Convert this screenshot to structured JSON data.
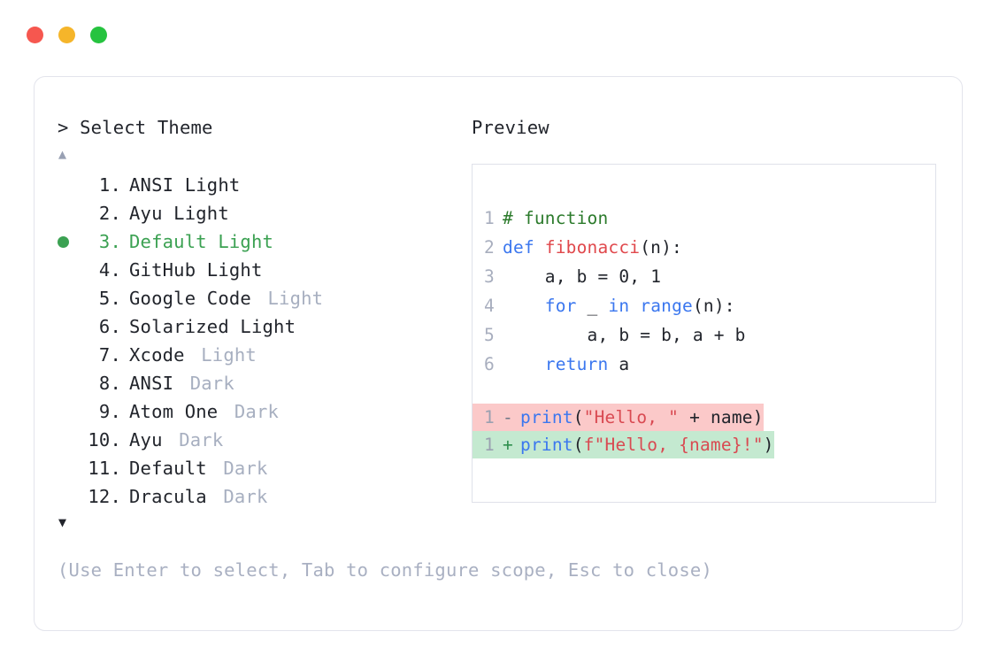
{
  "window": {
    "traffic_lights": [
      {
        "name": "close",
        "color": "#f6574f"
      },
      {
        "name": "minimize",
        "color": "#f5b52a"
      },
      {
        "name": "zoom",
        "color": "#26c33f"
      }
    ]
  },
  "prompt": {
    "caret": ">",
    "title": "Select Theme",
    "scroll_up": "▲",
    "scroll_down": "▼"
  },
  "theme_list": {
    "selected_index": 3,
    "items": [
      {
        "index": "1.",
        "name": "ANSI Light",
        "variant": "",
        "selected": false
      },
      {
        "index": "2.",
        "name": "Ayu Light",
        "variant": "",
        "selected": false
      },
      {
        "index": "3.",
        "name": "Default Light",
        "variant": "",
        "selected": true
      },
      {
        "index": "4.",
        "name": "GitHub Light",
        "variant": "",
        "selected": false
      },
      {
        "index": "5.",
        "name": "Google Code",
        "variant": "Light",
        "selected": false
      },
      {
        "index": "6.",
        "name": "Solarized Light",
        "variant": "",
        "selected": false
      },
      {
        "index": "7.",
        "name": "Xcode",
        "variant": "Light",
        "selected": false
      },
      {
        "index": "8.",
        "name": "ANSI",
        "variant": "Dark",
        "selected": false
      },
      {
        "index": "9.",
        "name": "Atom One",
        "variant": "Dark",
        "selected": false
      },
      {
        "index": "10.",
        "name": "Ayu",
        "variant": "Dark",
        "selected": false
      },
      {
        "index": "11.",
        "name": "Default",
        "variant": "Dark",
        "selected": false
      },
      {
        "index": "12.",
        "name": "Dracula",
        "variant": "Dark",
        "selected": false
      }
    ]
  },
  "help": {
    "text": "(Use Enter to select, Tab to configure scope, Esc to close)"
  },
  "preview": {
    "label": "Preview",
    "code_lines": [
      {
        "no": "1",
        "tokens": [
          {
            "t": "# function",
            "c": "comment"
          }
        ]
      },
      {
        "no": "2",
        "tokens": [
          {
            "t": "def ",
            "c": "keyword"
          },
          {
            "t": "fibonacci",
            "c": "func"
          },
          {
            "t": "(n):",
            "c": "punct"
          }
        ]
      },
      {
        "no": "3",
        "tokens": [
          {
            "t": "    a, b = ",
            "c": "plain"
          },
          {
            "t": "0",
            "c": "number"
          },
          {
            "t": ", ",
            "c": "plain"
          },
          {
            "t": "1",
            "c": "number"
          }
        ]
      },
      {
        "no": "4",
        "tokens": [
          {
            "t": "    ",
            "c": "plain"
          },
          {
            "t": "for",
            "c": "keyword"
          },
          {
            "t": " _ ",
            "c": "plain"
          },
          {
            "t": "in",
            "c": "keyword"
          },
          {
            "t": " ",
            "c": "plain"
          },
          {
            "t": "range",
            "c": "builtin"
          },
          {
            "t": "(n):",
            "c": "punct"
          }
        ]
      },
      {
        "no": "5",
        "tokens": [
          {
            "t": "        a, b = b, a + b",
            "c": "plain"
          }
        ]
      },
      {
        "no": "6",
        "tokens": [
          {
            "t": "    ",
            "c": "plain"
          },
          {
            "t": "return",
            "c": "keyword"
          },
          {
            "t": " a",
            "c": "plain"
          }
        ]
      }
    ],
    "diff_lines": [
      {
        "no": "1",
        "sign": "-",
        "kind": "remove",
        "tokens": [
          {
            "t": "print",
            "c": "builtin"
          },
          {
            "t": "(",
            "c": "punct"
          },
          {
            "t": "\"Hello, \"",
            "c": "string"
          },
          {
            "t": " + name)",
            "c": "plain"
          }
        ]
      },
      {
        "no": "1",
        "sign": "+",
        "kind": "add",
        "tokens": [
          {
            "t": "print",
            "c": "builtin"
          },
          {
            "t": "(",
            "c": "punct"
          },
          {
            "t": "f\"Hello, {name}!\"",
            "c": "string"
          },
          {
            "t": ")",
            "c": "punct"
          }
        ]
      }
    ]
  },
  "colors": {
    "accent_selected": "#3ba152",
    "muted": "#a7afc0",
    "diff_remove_bg": "#fbc9c9",
    "diff_add_bg": "#c4e9d0",
    "border": "#e3e4ec"
  }
}
